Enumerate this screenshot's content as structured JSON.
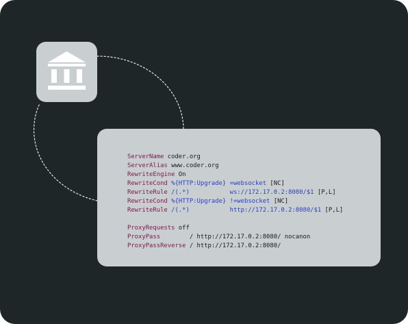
{
  "colors": {
    "background": "#1e2628",
    "card": "#c9ced1",
    "icon": "#ffffff",
    "directive": "#7a1a4a",
    "variable": "#2b3fc2",
    "text": "#1a1a1a",
    "orbit": "#e6e8e9"
  },
  "icon": {
    "name": "bank-building-icon"
  },
  "code": {
    "lines": [
      [
        {
          "t": "directive",
          "s": "ServerName"
        },
        {
          "t": "plain",
          "s": " coder.org"
        }
      ],
      [
        {
          "t": "directive",
          "s": "ServerAlias"
        },
        {
          "t": "plain",
          "s": " www.coder.org"
        }
      ],
      [
        {
          "t": "directive",
          "s": "RewriteEngine"
        },
        {
          "t": "plain",
          "s": " On"
        }
      ],
      [
        {
          "t": "directive",
          "s": "RewriteCond"
        },
        {
          "t": "plain",
          "s": " "
        },
        {
          "t": "variable",
          "s": "%{HTTP:Upgrade}"
        },
        {
          "t": "plain",
          "s": " "
        },
        {
          "t": "variable",
          "s": "=websocket"
        },
        {
          "t": "plain",
          "s": " [NC]"
        }
      ],
      [
        {
          "t": "directive",
          "s": "RewriteRule"
        },
        {
          "t": "plain",
          "s": " "
        },
        {
          "t": "variable",
          "s": "/(.*)"
        },
        {
          "t": "plain",
          "s": "           "
        },
        {
          "t": "variable",
          "s": "ws://172.17.0.2:8080/$1"
        },
        {
          "t": "plain",
          "s": " [P,L]"
        }
      ],
      [
        {
          "t": "directive",
          "s": "RewriteCond"
        },
        {
          "t": "plain",
          "s": " "
        },
        {
          "t": "variable",
          "s": "%{HTTP:Upgrade}"
        },
        {
          "t": "plain",
          "s": " "
        },
        {
          "t": "variable",
          "s": "!=websocket"
        },
        {
          "t": "plain",
          "s": " [NC]"
        }
      ],
      [
        {
          "t": "directive",
          "s": "RewriteRule"
        },
        {
          "t": "plain",
          "s": " "
        },
        {
          "t": "variable",
          "s": "/(.*)"
        },
        {
          "t": "plain",
          "s": "           "
        },
        {
          "t": "variable",
          "s": "http://172.17.0.2:8080/$1"
        },
        {
          "t": "plain",
          "s": " [P,L]"
        }
      ],
      [],
      [
        {
          "t": "directive",
          "s": "ProxyRequests"
        },
        {
          "t": "plain",
          "s": " off"
        }
      ],
      [
        {
          "t": "directive",
          "s": "ProxyPass"
        },
        {
          "t": "plain",
          "s": "        / http://172.17.0.2:8080/ nocanon"
        }
      ],
      [
        {
          "t": "directive",
          "s": "ProxyPassReverse"
        },
        {
          "t": "plain",
          "s": " / http://172.17.0.2:8080/"
        }
      ]
    ]
  }
}
